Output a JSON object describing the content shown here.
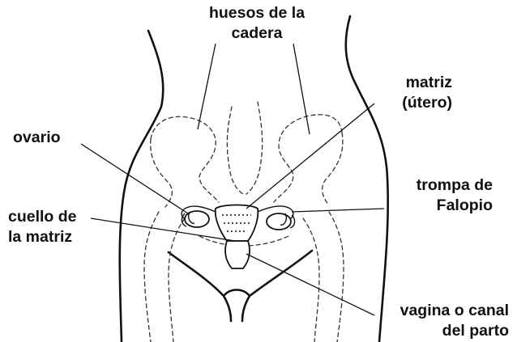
{
  "labels": {
    "hip_bones": [
      "huesos de la",
      "cadera"
    ],
    "uterus": [
      "matriz",
      "(útero)"
    ],
    "ovary": [
      "ovario"
    ],
    "fallopian_tube": [
      "trompa de",
      "Falopio"
    ],
    "cervix": [
      "cuello de",
      "la matriz"
    ],
    "vagina": [
      "vagina o canal",
      "del parto"
    ]
  }
}
